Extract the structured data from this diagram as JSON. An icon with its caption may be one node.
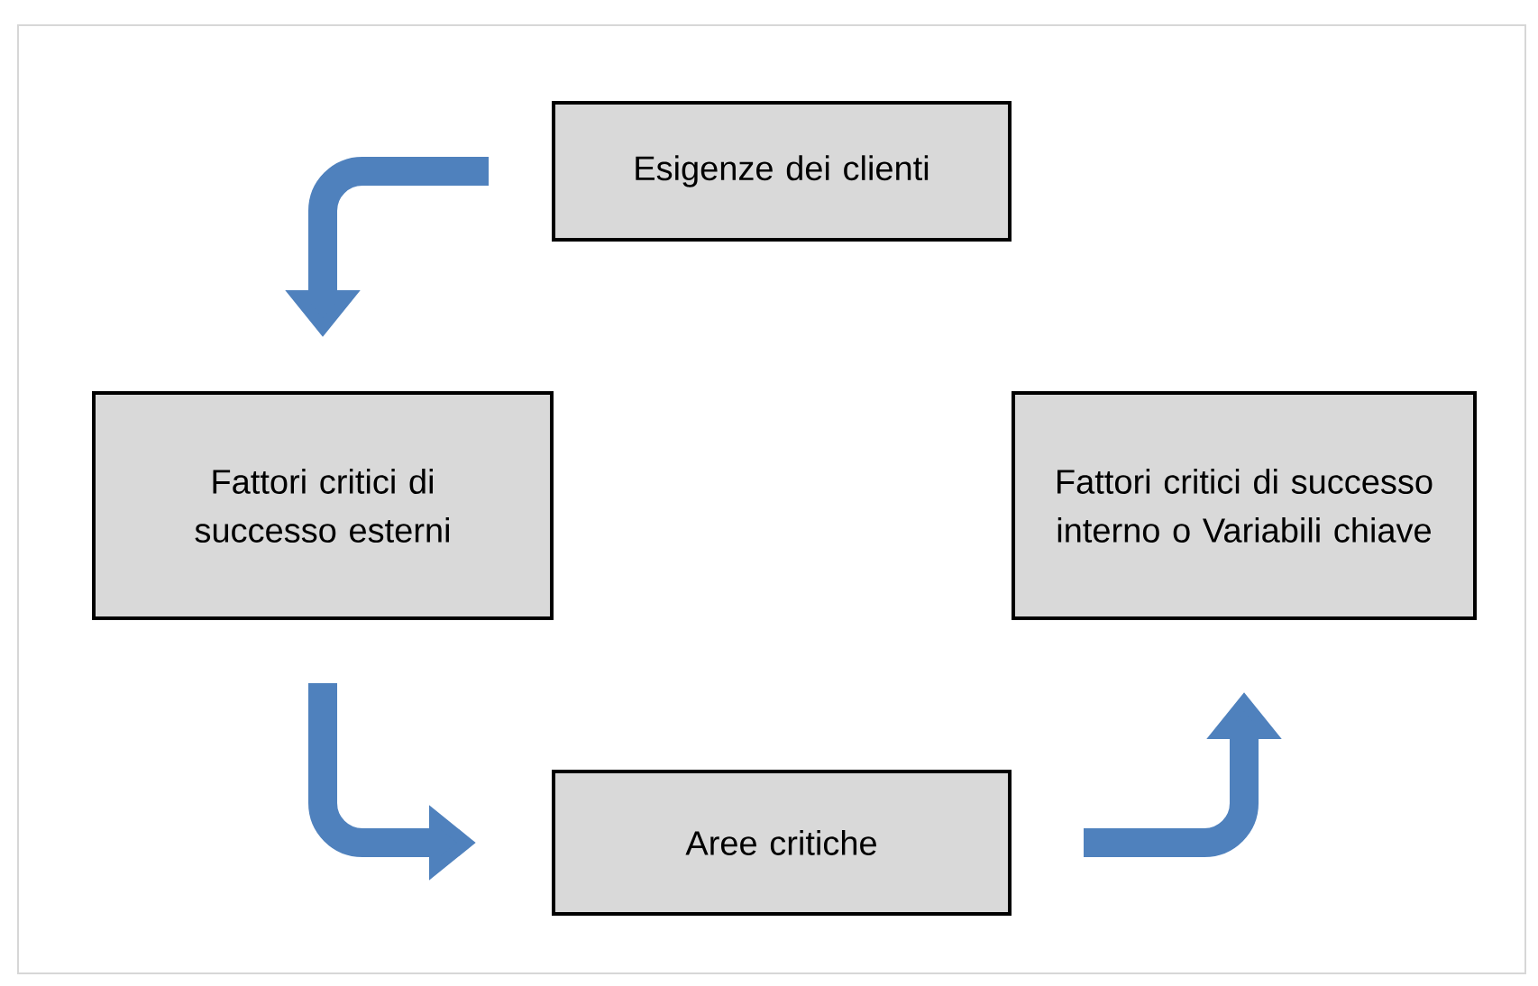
{
  "diagram": {
    "nodes": [
      {
        "text": [
          "Esigenze dei clienti"
        ]
      },
      {
        "text": [
          "Fattori critici di successo esterni"
        ]
      },
      {
        "text": [
          "Aree critiche"
        ]
      },
      {
        "text": [
          "Fattori critici di successo interno o Variabili chiave"
        ]
      }
    ],
    "edges": [
      {
        "from": 0,
        "to": 1,
        "arrow": "to"
      },
      {
        "from": 1,
        "to": 2,
        "arrow": "to"
      },
      {
        "from": 2,
        "to": 3,
        "arrow": "to"
      }
    ]
  }
}
